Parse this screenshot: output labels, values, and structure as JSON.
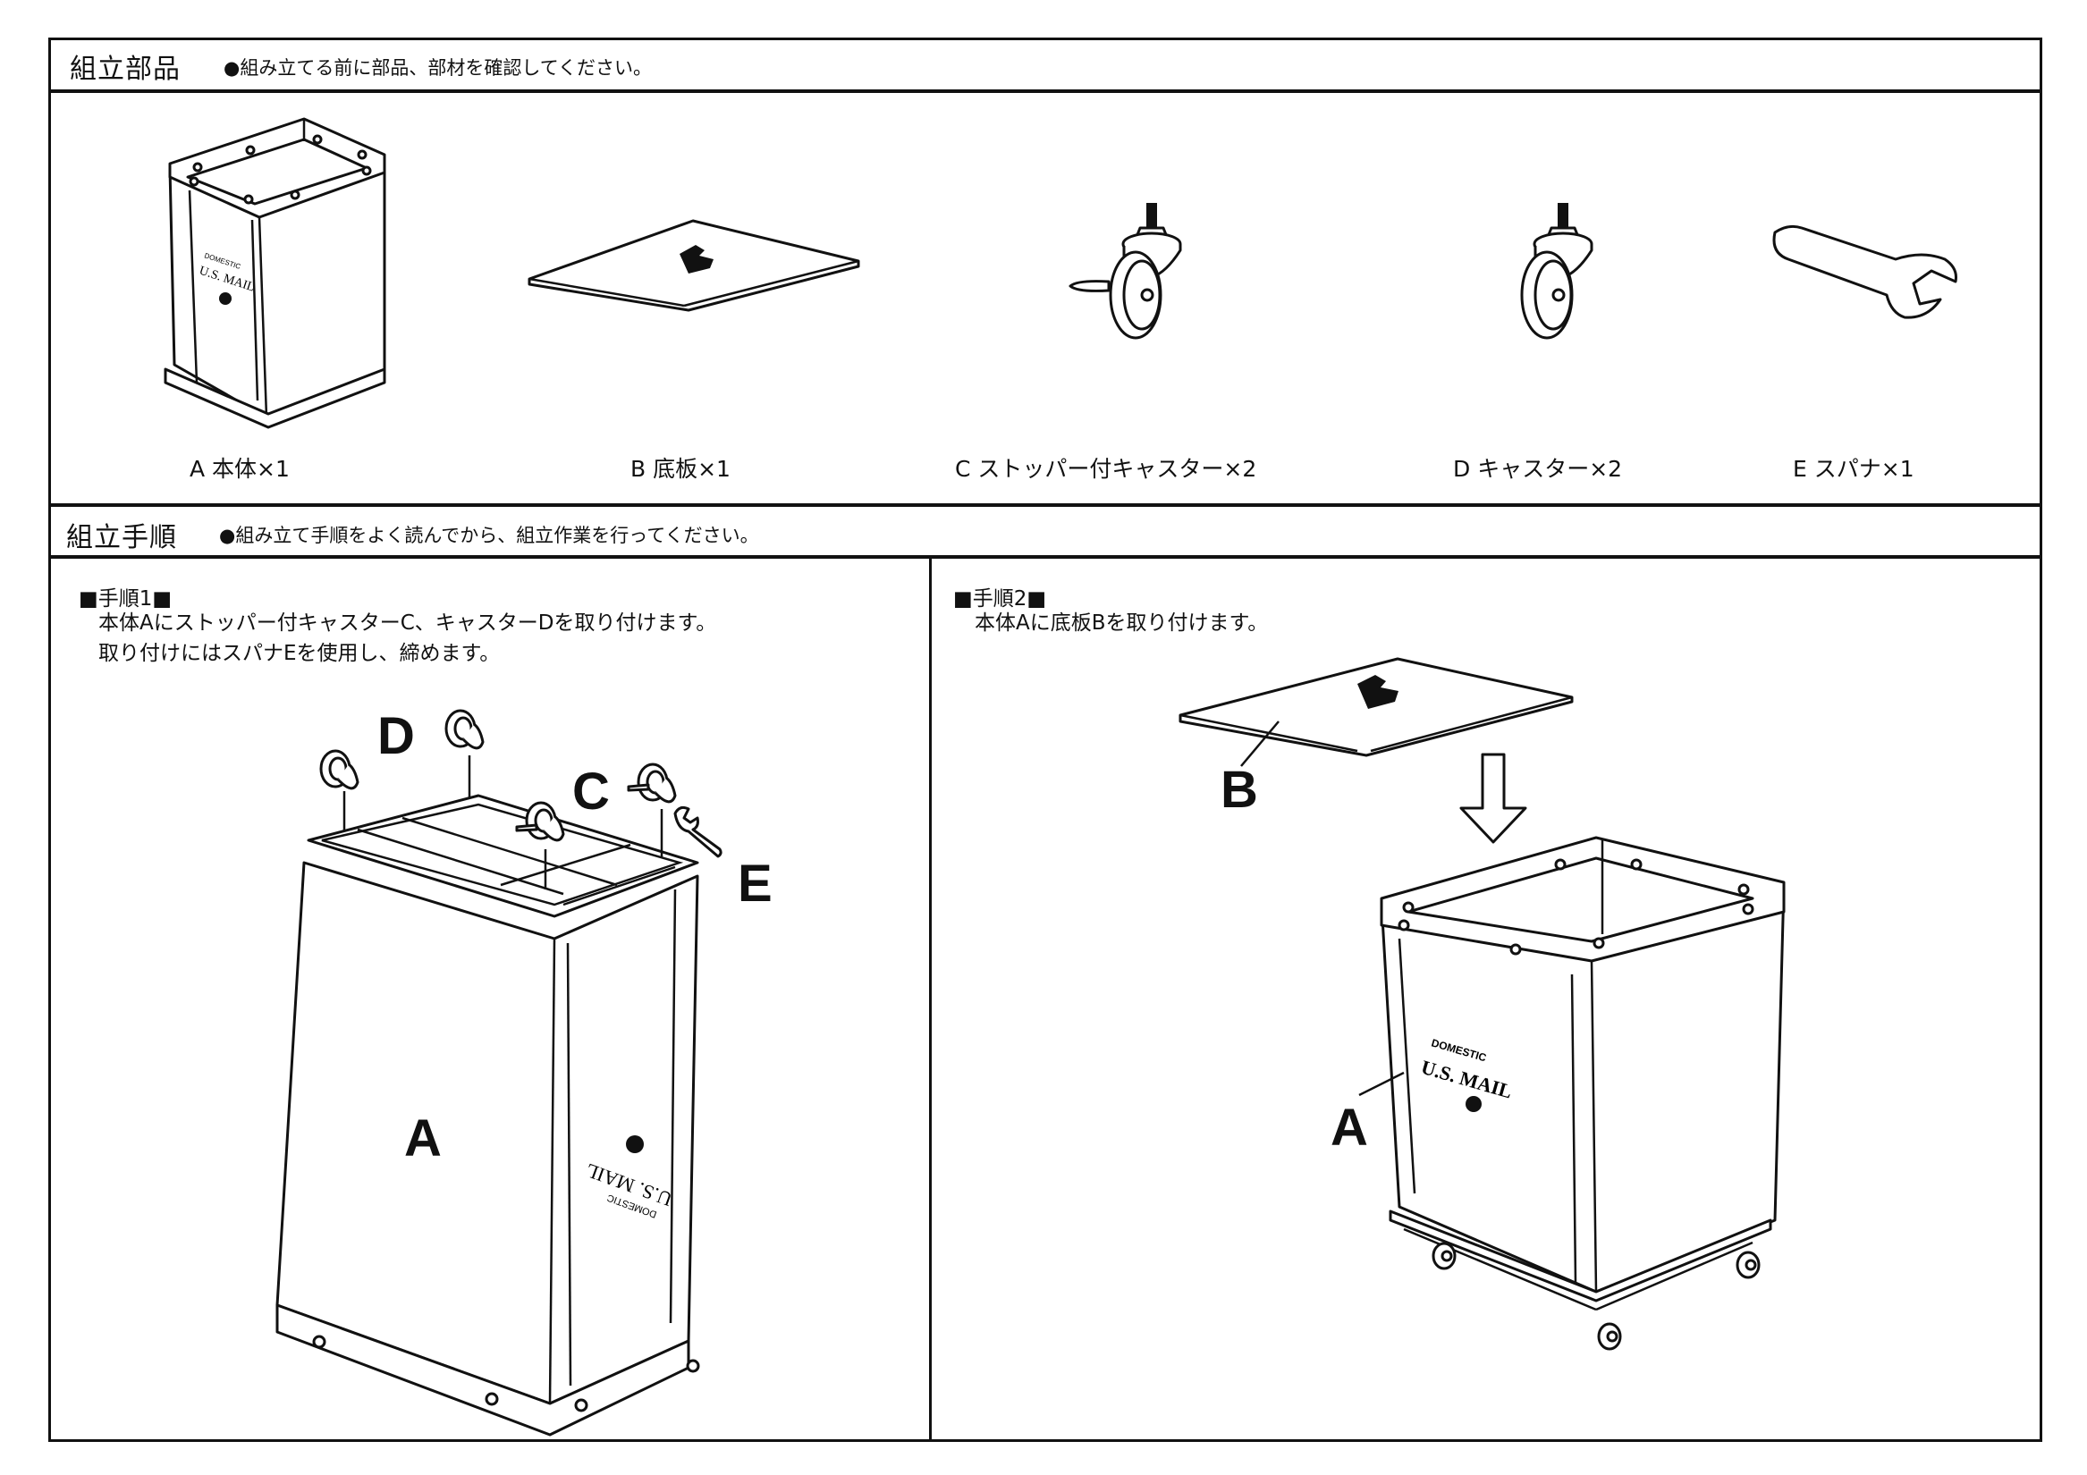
{
  "parts_section": {
    "title": "組立部品",
    "note": "●組み立てる前に部品、部材を確認してください。",
    "parts": [
      {
        "label": "A 本体×1"
      },
      {
        "label": "B 底板×1"
      },
      {
        "label": "C ストッパー付キャスター×2"
      },
      {
        "label": "D キャスター×2"
      },
      {
        "label": "E スパナ×1"
      }
    ],
    "bin_print": {
      "line1": "DOMESTIC",
      "line2": "U.S. MAIL"
    }
  },
  "assembly_section": {
    "title": "組立手順",
    "note": "●組み立て手順をよく読んでから、組立作業を行ってください。",
    "steps": [
      {
        "title": "■手順1■",
        "lines": [
          "本体Aにストッパー付キャスターC、キャスターDを取り付けます。",
          "取り付けにはスパナEを使用し、締めます。"
        ],
        "callouts": {
          "a": "A",
          "c": "C",
          "d": "D",
          "e": "E"
        }
      },
      {
        "title": "■手順2■",
        "lines": [
          "本体Aに底板Bを取り付けます。"
        ],
        "callouts": {
          "a": "A",
          "b": "B"
        }
      }
    ]
  }
}
